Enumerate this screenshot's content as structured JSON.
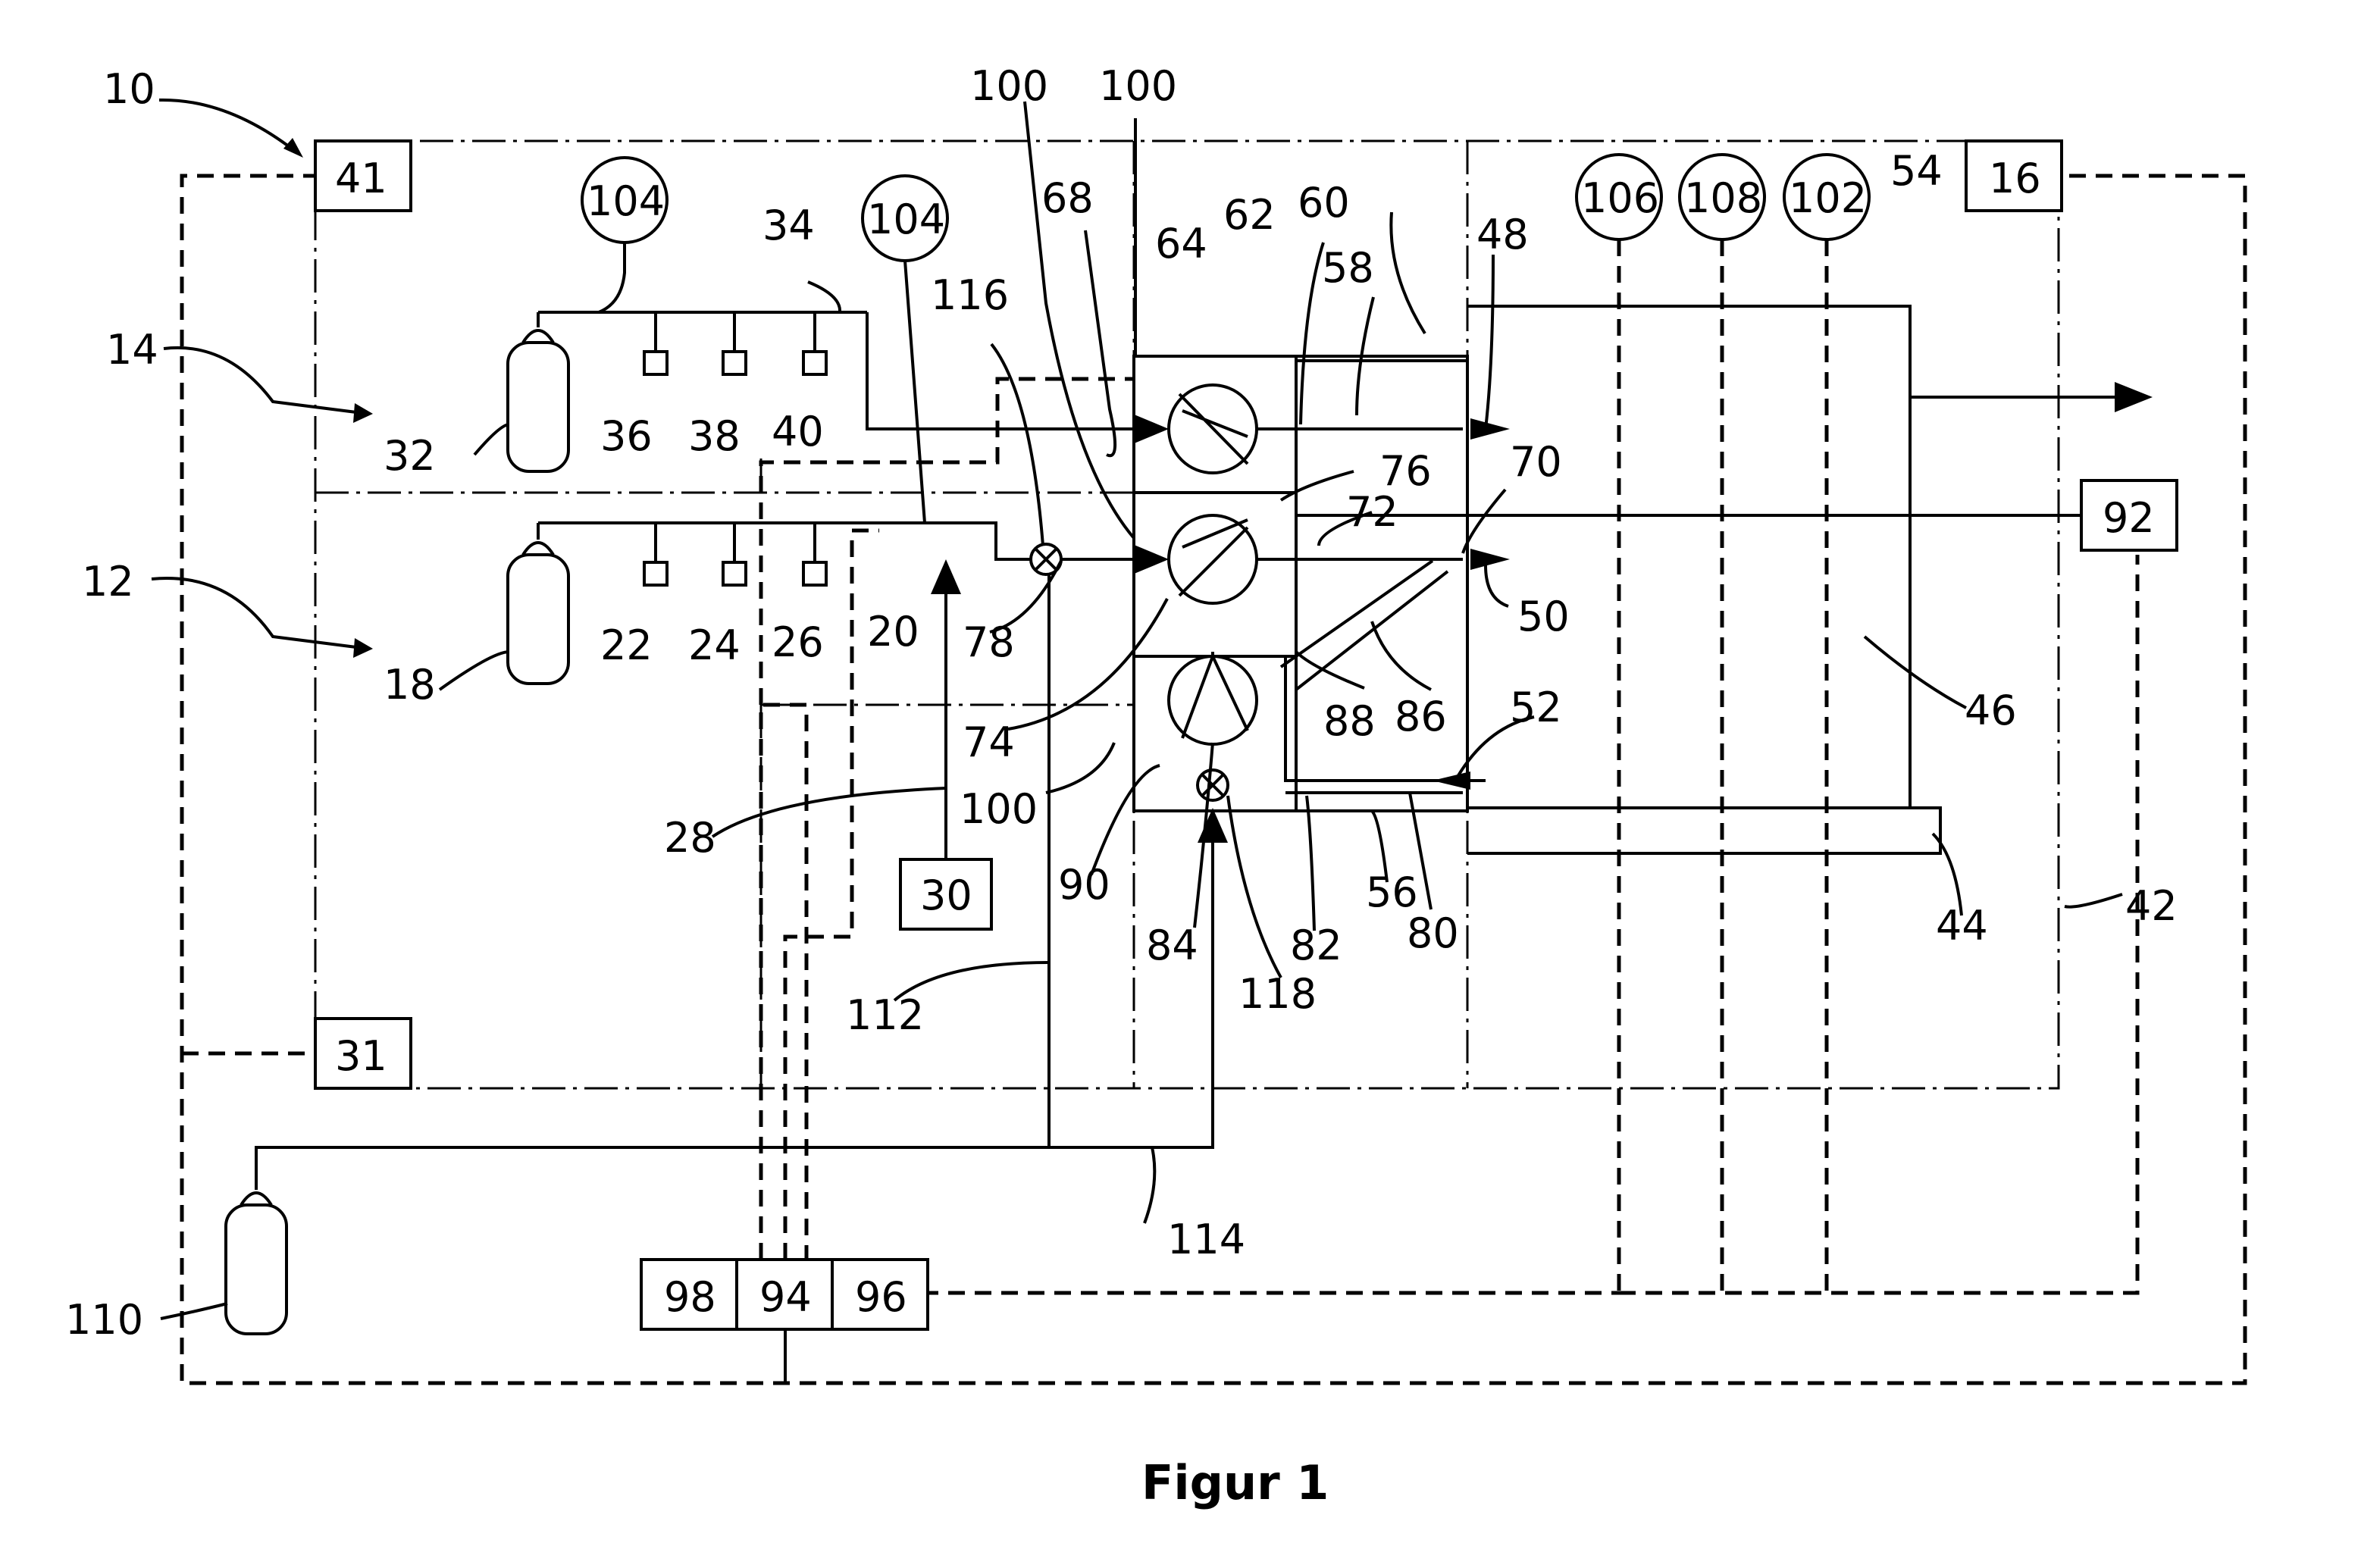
{
  "figure": {
    "caption": "Figur 1"
  },
  "labels": {
    "l10": "10",
    "l41": "41",
    "l104a": "104",
    "l34": "34",
    "l104b": "104",
    "l100a": "100",
    "l100b": "100",
    "l68": "68",
    "l64": "64",
    "l62": "62",
    "l60": "60",
    "l58": "58",
    "l48": "48",
    "l106": "106",
    "l108": "108",
    "l102": "102",
    "l54": "54",
    "l16": "16",
    "l14": "14",
    "l32": "32",
    "l36": "36",
    "l38": "38",
    "l40": "40",
    "l116": "116",
    "l76": "76",
    "l70": "70",
    "l72": "72",
    "l92": "92",
    "l12": "12",
    "l18": "18",
    "l22": "22",
    "l24": "24",
    "l26": "26",
    "l20": "20",
    "l78": "78",
    "l50": "50",
    "l74": "74",
    "l88": "88",
    "l86": "86",
    "l52": "52",
    "l46": "46",
    "l28": "28",
    "l100c": "100",
    "l30": "30",
    "l90": "90",
    "l56": "56",
    "l84": "84",
    "l82": "82",
    "l80": "80",
    "l118": "118",
    "l44": "44",
    "l42": "42",
    "l112": "112",
    "l31": "31",
    "l114": "114",
    "l110": "110",
    "l98": "98",
    "l94": "94",
    "l96": "96"
  }
}
